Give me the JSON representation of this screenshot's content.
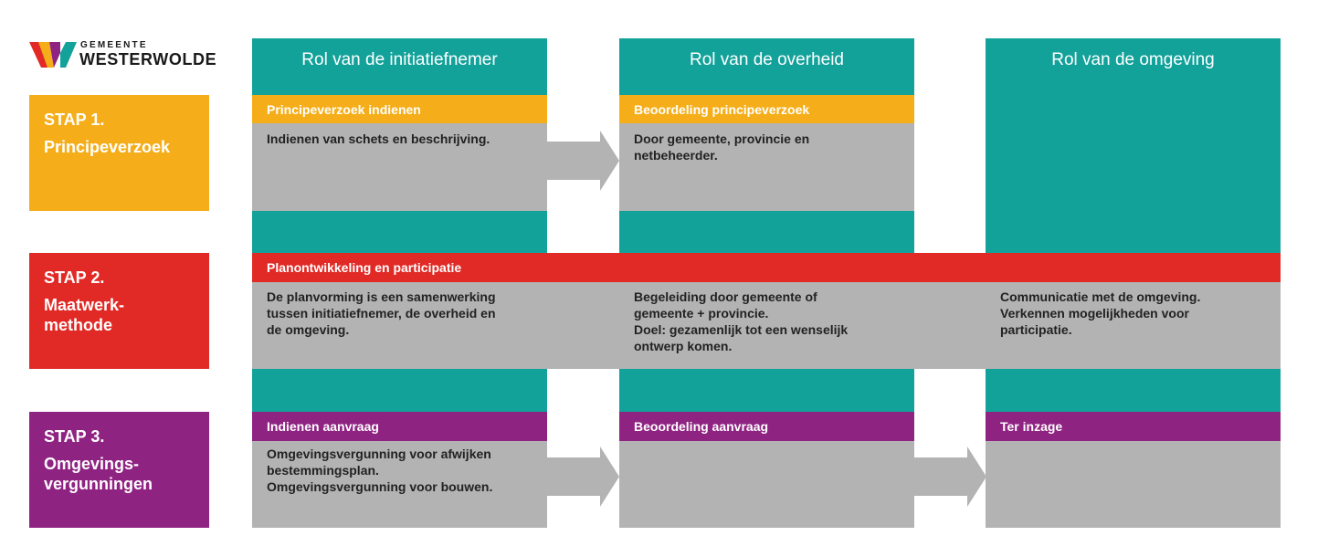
{
  "logo": {
    "top_text": "GEMEENTE",
    "main_text": "WESTERWOLDE",
    "colors": [
      "#e12a26",
      "#8f2382",
      "#f5ae19",
      "#12a29a"
    ]
  },
  "steps": [
    {
      "number": "STAP 1.",
      "title": "Principeverzoek",
      "color": "#f5ae19"
    },
    {
      "number": "STAP 2.",
      "title": "Maatwerk-\nmethode",
      "color": "#e12a26"
    },
    {
      "number": "STAP 3.",
      "title": "Omgevings-\nvergunningen",
      "color": "#8f2382"
    }
  ],
  "columns": [
    {
      "heading": "Rol van de initiatiefnemer"
    },
    {
      "heading": "Rol van de overheid"
    },
    {
      "heading": "Rol van de omgeving"
    }
  ],
  "stage1": {
    "initiator_bar": "Principeverzoek indienen",
    "initiator_text": "Indienen van schets en beschrijving.",
    "government_bar": "Beoordeling principeverzoek",
    "government_text": "Door gemeente, provincie en\nnetbeheerder."
  },
  "stage2": {
    "bar": "Planontwikkeling en participatie",
    "initiator_text": "De planvorming is een samenwerking\ntussen initiatiefnemer, de overheid en\nde omgeving.",
    "government_text": "Begeleiding door gemeente of\ngemeente + provincie.\nDoel: gezamenlijk tot een wenselijk\nontwerp komen.",
    "surroundings_text": "Communicatie met de omgeving.\nVerkennen mogelijkheden voor\nparticipatie."
  },
  "stage3": {
    "initiator_bar": "Indienen aanvraag",
    "initiator_text": "Omgevingsvergunning voor afwijken\nbestemmingsplan.\nOmgevingsvergunning voor bouwen.",
    "government_bar": "Beoordeling aanvraag",
    "surroundings_bar": "Ter inzage"
  },
  "colors": {
    "teal": "#12a29a",
    "orange": "#f5ae19",
    "red": "#e12a26",
    "purple": "#8f2382",
    "grey": "#b3b3b3"
  }
}
